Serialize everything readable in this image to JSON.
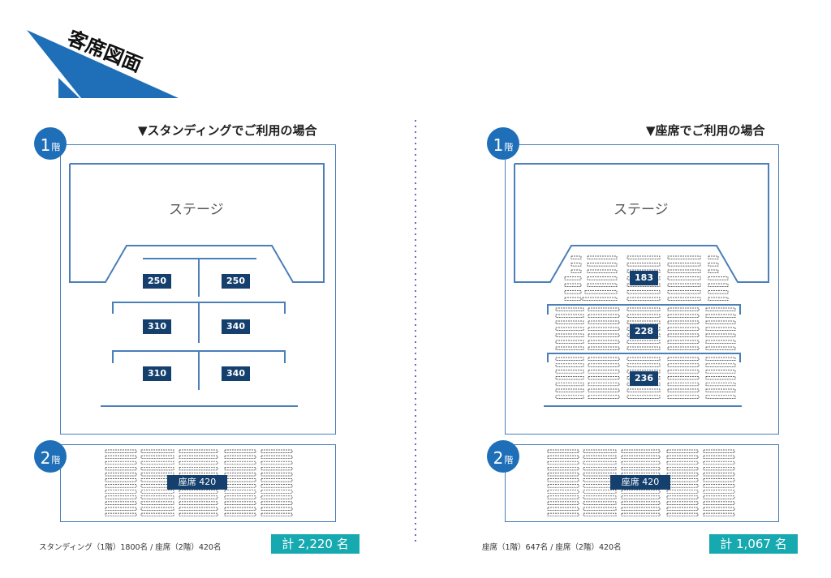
{
  "page_title": "客席図面",
  "colors": {
    "accent_blue": "#1f6fb8",
    "line_blue": "#4a7fb8",
    "label_navy": "#15406e",
    "total_teal": "#17a9b0"
  },
  "left": {
    "heading": "▼スタンディングでご利用の場合",
    "floor1_number": "1",
    "floor1_suffix": "階",
    "floor2_number": "2",
    "floor2_suffix": "階",
    "stage_label": "ステージ",
    "blocks": [
      "250",
      "250",
      "310",
      "340",
      "310",
      "340"
    ],
    "floor2_label": "座席 420",
    "footer": "スタンディング（1階）1800名 / 座席（2階）420名",
    "total": "計 2,220 名"
  },
  "right": {
    "heading": "▼座席でご利用の場合",
    "floor1_number": "1",
    "floor1_suffix": "階",
    "floor2_number": "2",
    "floor2_suffix": "階",
    "stage_label": "ステージ",
    "blocks": [
      "183",
      "228",
      "236"
    ],
    "floor2_label": "座席 420",
    "footer": "座席（1階）647名 / 座席（2階）420名",
    "total": "計 1,067 名"
  }
}
